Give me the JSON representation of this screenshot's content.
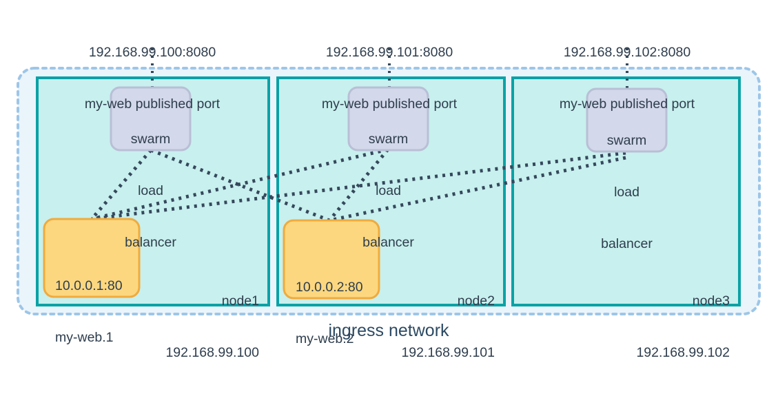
{
  "diagram": {
    "title": "ingress network",
    "colors": {
      "ingress_fill": "#eaf4fb",
      "ingress_border": "#9dc6e8",
      "node_fill": "#c8f0ee",
      "node_border": "#00a3a8",
      "balancer_fill": "#d3d8ea",
      "balancer_border": "#b9bfd6",
      "task_fill": "#fcd77f",
      "task_border": "#f0ab3d",
      "text": "#2e3d4d",
      "connector": "#35485c"
    },
    "ports": [
      {
        "address": "192.168.99.100:8080",
        "caption": "my-web published port"
      },
      {
        "address": "192.168.99.101:8080",
        "caption": "my-web published port"
      },
      {
        "address": "192.168.99.102:8080",
        "caption": "my-web published port"
      }
    ],
    "balancers": [
      {
        "line1": "swarm",
        "line2": "load",
        "line3": "balancer"
      },
      {
        "line1": "swarm",
        "line2": "load",
        "line3": "balancer"
      },
      {
        "line1": "swarm",
        "line2": "load",
        "line3": "balancer"
      }
    ],
    "nodes": [
      {
        "name": "node1",
        "ip": "192.168.99.100"
      },
      {
        "name": "node2",
        "ip": "192.168.99.101"
      },
      {
        "name": "node3",
        "ip": "192.168.99.102"
      }
    ],
    "tasks": [
      {
        "address": "10.0.0.1:80",
        "name": "my-web.1"
      },
      {
        "address": "10.0.0.2:80",
        "name": "my-web.2"
      }
    ]
  }
}
